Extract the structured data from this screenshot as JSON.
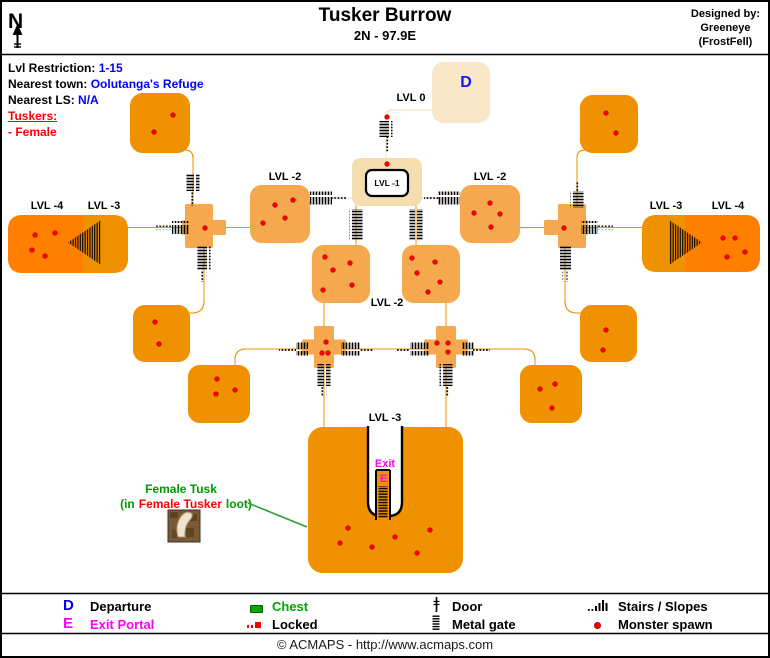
{
  "header": {
    "north": "N",
    "title": "Tusker Burrow",
    "subtitle": "2N - 97.9E",
    "designed_by": [
      "Designed by:",
      "Greeneye",
      "(FrostFell)"
    ]
  },
  "info": {
    "rows": [
      {
        "label": "Lvl Restriction:",
        "value": "1-15"
      },
      {
        "label": "Nearest town:",
        "value": "Oolutanga's Refuge"
      },
      {
        "label": "Nearest LS:",
        "value": "N/A"
      }
    ],
    "tuskers_heading": "Tuskers:",
    "tuskers_item": "- Female"
  },
  "map": {
    "labels": {
      "lvl0": "LVL 0",
      "lvl_minus1": "LVL -1",
      "lvl_minus2": "LVL -2",
      "lvl_minus3": "LVL -3",
      "lvl_minus4": "LVL -4",
      "departure": "D",
      "exit": "Exit",
      "exit_portal": "E"
    },
    "annotation": {
      "title": "Female Tusk",
      "line2_prefix": "(in",
      "line2_red": "Female Tusker",
      "line2_suffix": "loot)"
    },
    "spawns": [
      [
        173,
        115
      ],
      [
        154,
        132
      ],
      [
        35,
        235
      ],
      [
        55,
        233
      ],
      [
        32,
        250
      ],
      [
        45,
        256
      ],
      [
        205,
        228
      ],
      [
        275,
        205
      ],
      [
        293,
        200
      ],
      [
        263,
        223
      ],
      [
        285,
        218
      ],
      [
        387,
        117
      ],
      [
        387,
        164
      ],
      [
        490,
        203
      ],
      [
        474,
        213
      ],
      [
        500,
        214
      ],
      [
        491,
        227
      ],
      [
        564,
        228
      ],
      [
        606,
        113
      ],
      [
        616,
        133
      ],
      [
        723,
        238
      ],
      [
        735,
        238
      ],
      [
        745,
        252
      ],
      [
        727,
        257
      ],
      [
        325,
        257
      ],
      [
        350,
        263
      ],
      [
        333,
        270
      ],
      [
        323,
        290
      ],
      [
        352,
        285
      ],
      [
        412,
        258
      ],
      [
        435,
        262
      ],
      [
        417,
        273
      ],
      [
        440,
        282
      ],
      [
        428,
        292
      ],
      [
        155,
        322
      ],
      [
        159,
        344
      ],
      [
        606,
        330
      ],
      [
        603,
        350
      ],
      [
        217,
        379
      ],
      [
        235,
        390
      ],
      [
        216,
        394
      ],
      [
        540,
        389
      ],
      [
        555,
        384
      ],
      [
        552,
        408
      ],
      [
        326,
        342
      ],
      [
        322,
        353
      ],
      [
        328,
        353
      ],
      [
        437,
        343
      ],
      [
        448,
        343
      ],
      [
        448,
        352
      ],
      [
        348,
        528
      ],
      [
        340,
        543
      ],
      [
        372,
        547
      ],
      [
        395,
        537
      ],
      [
        417,
        553
      ],
      [
        430,
        530
      ]
    ]
  },
  "legend": {
    "departure": {
      "symbol": "D",
      "label": "Departure"
    },
    "exit_portal": {
      "symbol": "E",
      "label": "Exit Portal"
    },
    "chest": {
      "label": "Chest"
    },
    "locked": {
      "label": "Locked"
    },
    "door": {
      "label": "Door"
    },
    "metal_gate": {
      "label": "Metal gate"
    },
    "stairs": {
      "label": "Stairs / Slopes"
    },
    "monster_spawn": {
      "label": "Monster spawn"
    }
  },
  "footer": {
    "copyright": "© ACMAPS - http://www.acmaps.com"
  },
  "colors": {
    "corridor_cream": "#F6DDB0",
    "departure_room": "#FAE7C9",
    "room_light_orange": "#F6A84E",
    "room_orange": "#F09100",
    "room_bright_orange": "#FF8000",
    "monster_red": "#FF0000",
    "departure_blue": "#1414FF",
    "exit_magenta": "#FF00FF",
    "annotation_green": "#009900"
  }
}
